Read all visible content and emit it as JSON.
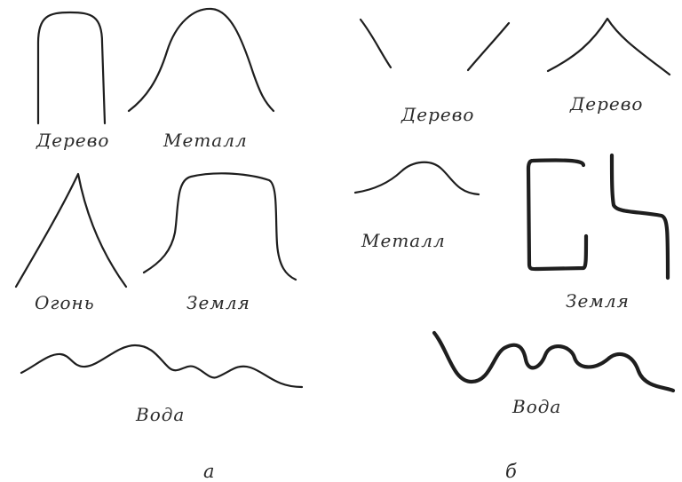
{
  "panels": {
    "left": {
      "letter": "а",
      "labels": {
        "wood": "Дерево",
        "metal": "Металл",
        "fire": "Огонь",
        "earth": "Земля",
        "water": "Вода"
      }
    },
    "right": {
      "letter": "б",
      "labels": {
        "wood_1": "Дерево",
        "wood_2": "Дерево",
        "metal": "Металл",
        "earth": "Земля",
        "water": "Вода"
      }
    }
  },
  "colors": {
    "stroke": "#1e1e1e",
    "text": "#2a2a2a",
    "background": "#ffffff"
  }
}
